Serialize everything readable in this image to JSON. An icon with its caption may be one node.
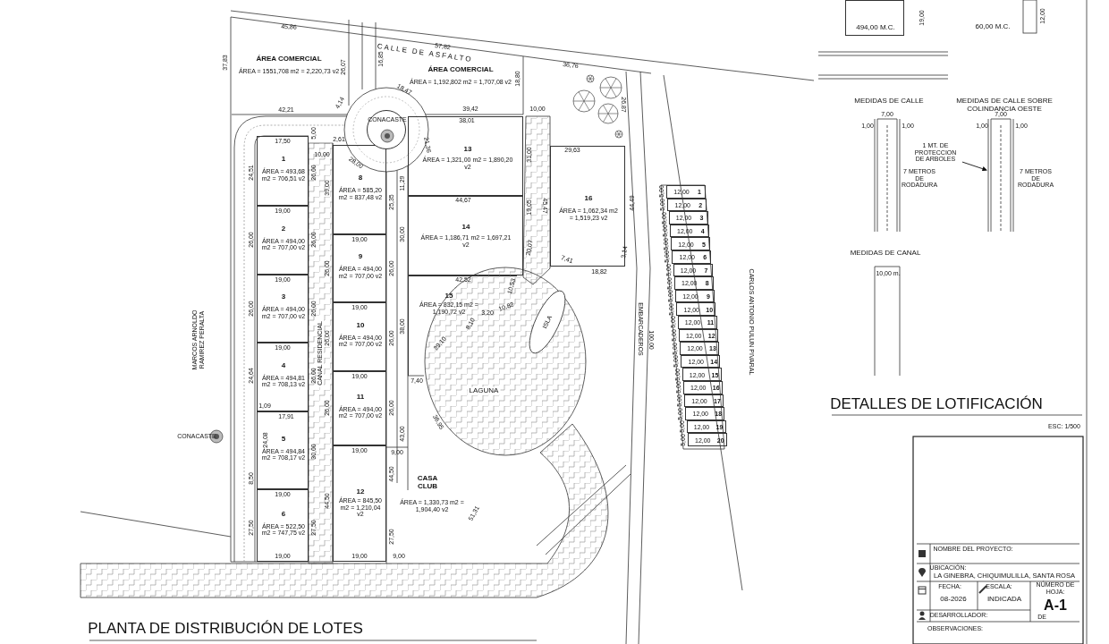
{
  "diagram": {
    "title": "PLANTA DE DISTRIBUCIÓN DE LOTES",
    "nodes": [
      {
        "text": [
          "ÁREA COMERCIAL",
          "ÁREA = 1551,708 m2 = 2,220,73 v2"
        ]
      },
      {
        "text": [
          "ÁREA COMERCIAL",
          "ÁREA = 1,192,802 m2 = 1,707,08 v2"
        ]
      },
      {
        "text": [
          "1",
          "ÁREA = 493,68 m2 = 706,51 v2"
        ]
      },
      {
        "text": [
          "2",
          "ÁREA = 494,00 m2 = 707,00 v2"
        ]
      },
      {
        "text": [
          "3",
          "ÁREA = 494,00 m2 = 707,00 v2"
        ]
      },
      {
        "text": [
          "4",
          "ÁREA = 494,81 m2 = 708,13 v2"
        ]
      },
      {
        "text": [
          "5",
          "ÁREA = 494,84 m2 = 708,17 v2"
        ]
      },
      {
        "text": [
          "6",
          "ÁREA = 522,50 m2 = 747,75 v2"
        ]
      },
      {
        "text": [
          "8",
          "ÁREA = 585,20 m2 = 837,48 v2"
        ]
      },
      {
        "text": [
          "9",
          "ÁREA = 494,00 m2 = 707,00 v2"
        ]
      },
      {
        "text": [
          "10",
          "ÁREA = 494,00 m2 = 707,00 v2"
        ]
      },
      {
        "text": [
          "11",
          "ÁREA = 494,00 m2 = 707,00 v2"
        ]
      },
      {
        "text": [
          "12",
          "ÁREA = 845,50 m2 = 1,210,04 v2"
        ]
      },
      {
        "text": [
          "13",
          "ÁREA = 1,321,00 m2 = 1,890,20 v2"
        ]
      },
      {
        "text": [
          "14",
          "ÁREA = 1,186,71 m2 = 1,697,21 v2"
        ]
      },
      {
        "text": [
          "15",
          "ÁREA = 832,15 m2 = 1,190,72 v2"
        ]
      },
      {
        "text": [
          "16",
          "ÁREA = 1,062,34 m2 = 1,519,23 v2"
        ]
      },
      {
        "text": [
          "CASA CLUB",
          "ÁREA = 1,330,73 m2 = 1,904,40 v2"
        ]
      },
      {
        "text": [
          "LAGUNA"
        ]
      },
      {
        "text": [
          "ISLA"
        ],
        "in": 18
      },
      {
        "text": [
          "CANAL RESIDENCIAL"
        ]
      },
      {
        "text": [
          "CONACASTE"
        ]
      },
      {
        "text": [
          "CONACASTE"
        ]
      },
      {
        "text": [
          "EMBARCADEROS"
        ],
        "beside": [
          "100,00"
        ]
      },
      {
        "text": [
          "12,00",
          "1"
        ],
        "in": 23,
        "beside": [
          "5,00"
        ]
      },
      {
        "text": [
          "12,00",
          "2"
        ],
        "in": 23,
        "beside": [
          "5,00"
        ]
      },
      {
        "text": [
          "12,00",
          "3"
        ],
        "in": 23,
        "beside": [
          "5,00"
        ]
      },
      {
        "text": [
          "12,00",
          "4"
        ],
        "in": 23,
        "beside": [
          "5,00"
        ]
      },
      {
        "text": [
          "12,00",
          "5"
        ],
        "in": 23,
        "beside": [
          "5,00"
        ]
      },
      {
        "text": [
          "12,00",
          "6"
        ],
        "in": 23,
        "beside": [
          "5,00"
        ]
      },
      {
        "text": [
          "12,00",
          "7"
        ],
        "in": 23,
        "beside": [
          "5,00"
        ]
      },
      {
        "text": [
          "12,00",
          "8"
        ],
        "in": 23,
        "beside": [
          "5,00"
        ]
      },
      {
        "text": [
          "12,00",
          "9"
        ],
        "in": 23,
        "beside": [
          "5,00"
        ]
      },
      {
        "text": [
          "12,00",
          "10"
        ],
        "in": 23,
        "beside": [
          "5,00"
        ]
      },
      {
        "text": [
          "12,00",
          "11"
        ],
        "in": 23,
        "beside": [
          "5,00"
        ]
      },
      {
        "text": [
          "12,00",
          "12"
        ],
        "in": 23,
        "beside": [
          "5,00"
        ]
      },
      {
        "text": [
          "12,00",
          "13"
        ],
        "in": 23,
        "beside": [
          "5,00"
        ]
      },
      {
        "text": [
          "12,00",
          "14"
        ],
        "in": 23,
        "beside": [
          "5,00"
        ]
      },
      {
        "text": [
          "12,00",
          "15"
        ],
        "in": 23,
        "beside": [
          "5,00"
        ]
      },
      {
        "text": [
          "12,00",
          "16"
        ],
        "in": 23,
        "beside": [
          "5,00"
        ]
      },
      {
        "text": [
          "12,00",
          "17"
        ],
        "in": 23,
        "beside": [
          "5,00"
        ]
      },
      {
        "text": [
          "12,00",
          "18"
        ],
        "in": 23,
        "beside": [
          "5,00"
        ]
      },
      {
        "text": [
          "12,00",
          "19"
        ],
        "in": 23,
        "beside": [
          "5,00"
        ]
      },
      {
        "text": [
          "12,00",
          "20"
        ],
        "in": 23,
        "beside": [
          "5,00"
        ]
      },
      {
        "text": [
          "494,00 M.C."
        ],
        "beside": [
          "19,00"
        ]
      },
      {
        "text": [
          "60,00 M.C."
        ],
        "beside": [
          "12,00"
        ]
      },
      {
        "text": [
          "1 MT. DE PROTECCION DE ARBOLES"
        ]
      },
      {
        "text": [],
        "shape": "box"
      },
      {
        "text": [],
        "shape": "box"
      }
    ],
    "edges": [
      {
        "from": 46,
        "to": 48,
        "arrow": "to"
      }
    ],
    "labels": [
      "CALLE DE ASFALTO",
      "45,86",
      "57,82",
      "37,83",
      "26,07",
      "16,85",
      "18,47",
      "4,14",
      "42,21",
      "39,42",
      "18,80",
      "38,01",
      "10,00",
      "36,76",
      "26,87",
      "21,36",
      "11,29",
      "28,00",
      "2,61",
      "5,00",
      "10,00",
      "17,50",
      "24,51",
      "26,00",
      "19,00",
      "26,00",
      "26,00",
      "19,00",
      "26,00",
      "26,00",
      "19,00",
      "24,64",
      "26,00",
      "1,09",
      "17,91",
      "24,08",
      "30,00",
      "8,50",
      "19,00",
      "27,50",
      "27,50",
      "19,00",
      "39,00",
      "25,35",
      "19,00",
      "26,00",
      "26,00",
      "19,00",
      "26,00",
      "26,00",
      "19,00",
      "26,00",
      "26,00",
      "19,00",
      "43,00",
      "44,50",
      "44,50",
      "27,50",
      "9,00",
      "19,00",
      "9,00",
      "31,00",
      "44,67",
      "30,00",
      "19,05",
      "20,07",
      "42,52",
      "38,00",
      "10,53",
      "8,10",
      "3,20",
      "10,82",
      "29,10",
      "7,40",
      "29,63",
      "45,47",
      "44,49",
      "7,41",
      "18,82",
      "3,14",
      "36,95",
      "51,31",
      "MARCOS ARNOLDO RAMIREZ PERALTA",
      "CARLOS ANTONIO PULUN PIVARAL",
      "MEDIDAS DE CALLE",
      "1,00",
      "7,00",
      "1,00",
      "7 METROS DE RODADURA",
      "MEDIDAS DE CALLE SOBRE COLINDANCIA OESTE",
      "1,00",
      "7,00",
      "1,00",
      "7 METROS DE RODADURA",
      "MEDIDAS DE CANAL",
      "10,00 m.",
      "DETALLES DE LOTIFICACIÓN",
      "ESC: 1/500",
      "NOMBRE DEL PROYECTO:",
      "UBICACIÓN:",
      "LA GINEBRA, CHIQUIMULILLA, SANTA ROSA",
      "FECHA:",
      "08-2026",
      "ESCALA:",
      "INDICADA",
      "NÚMERO DE HOJA:",
      "A-1",
      "DE",
      "DESARROLLADOR:",
      "OBSERVACIONES:"
    ]
  }
}
